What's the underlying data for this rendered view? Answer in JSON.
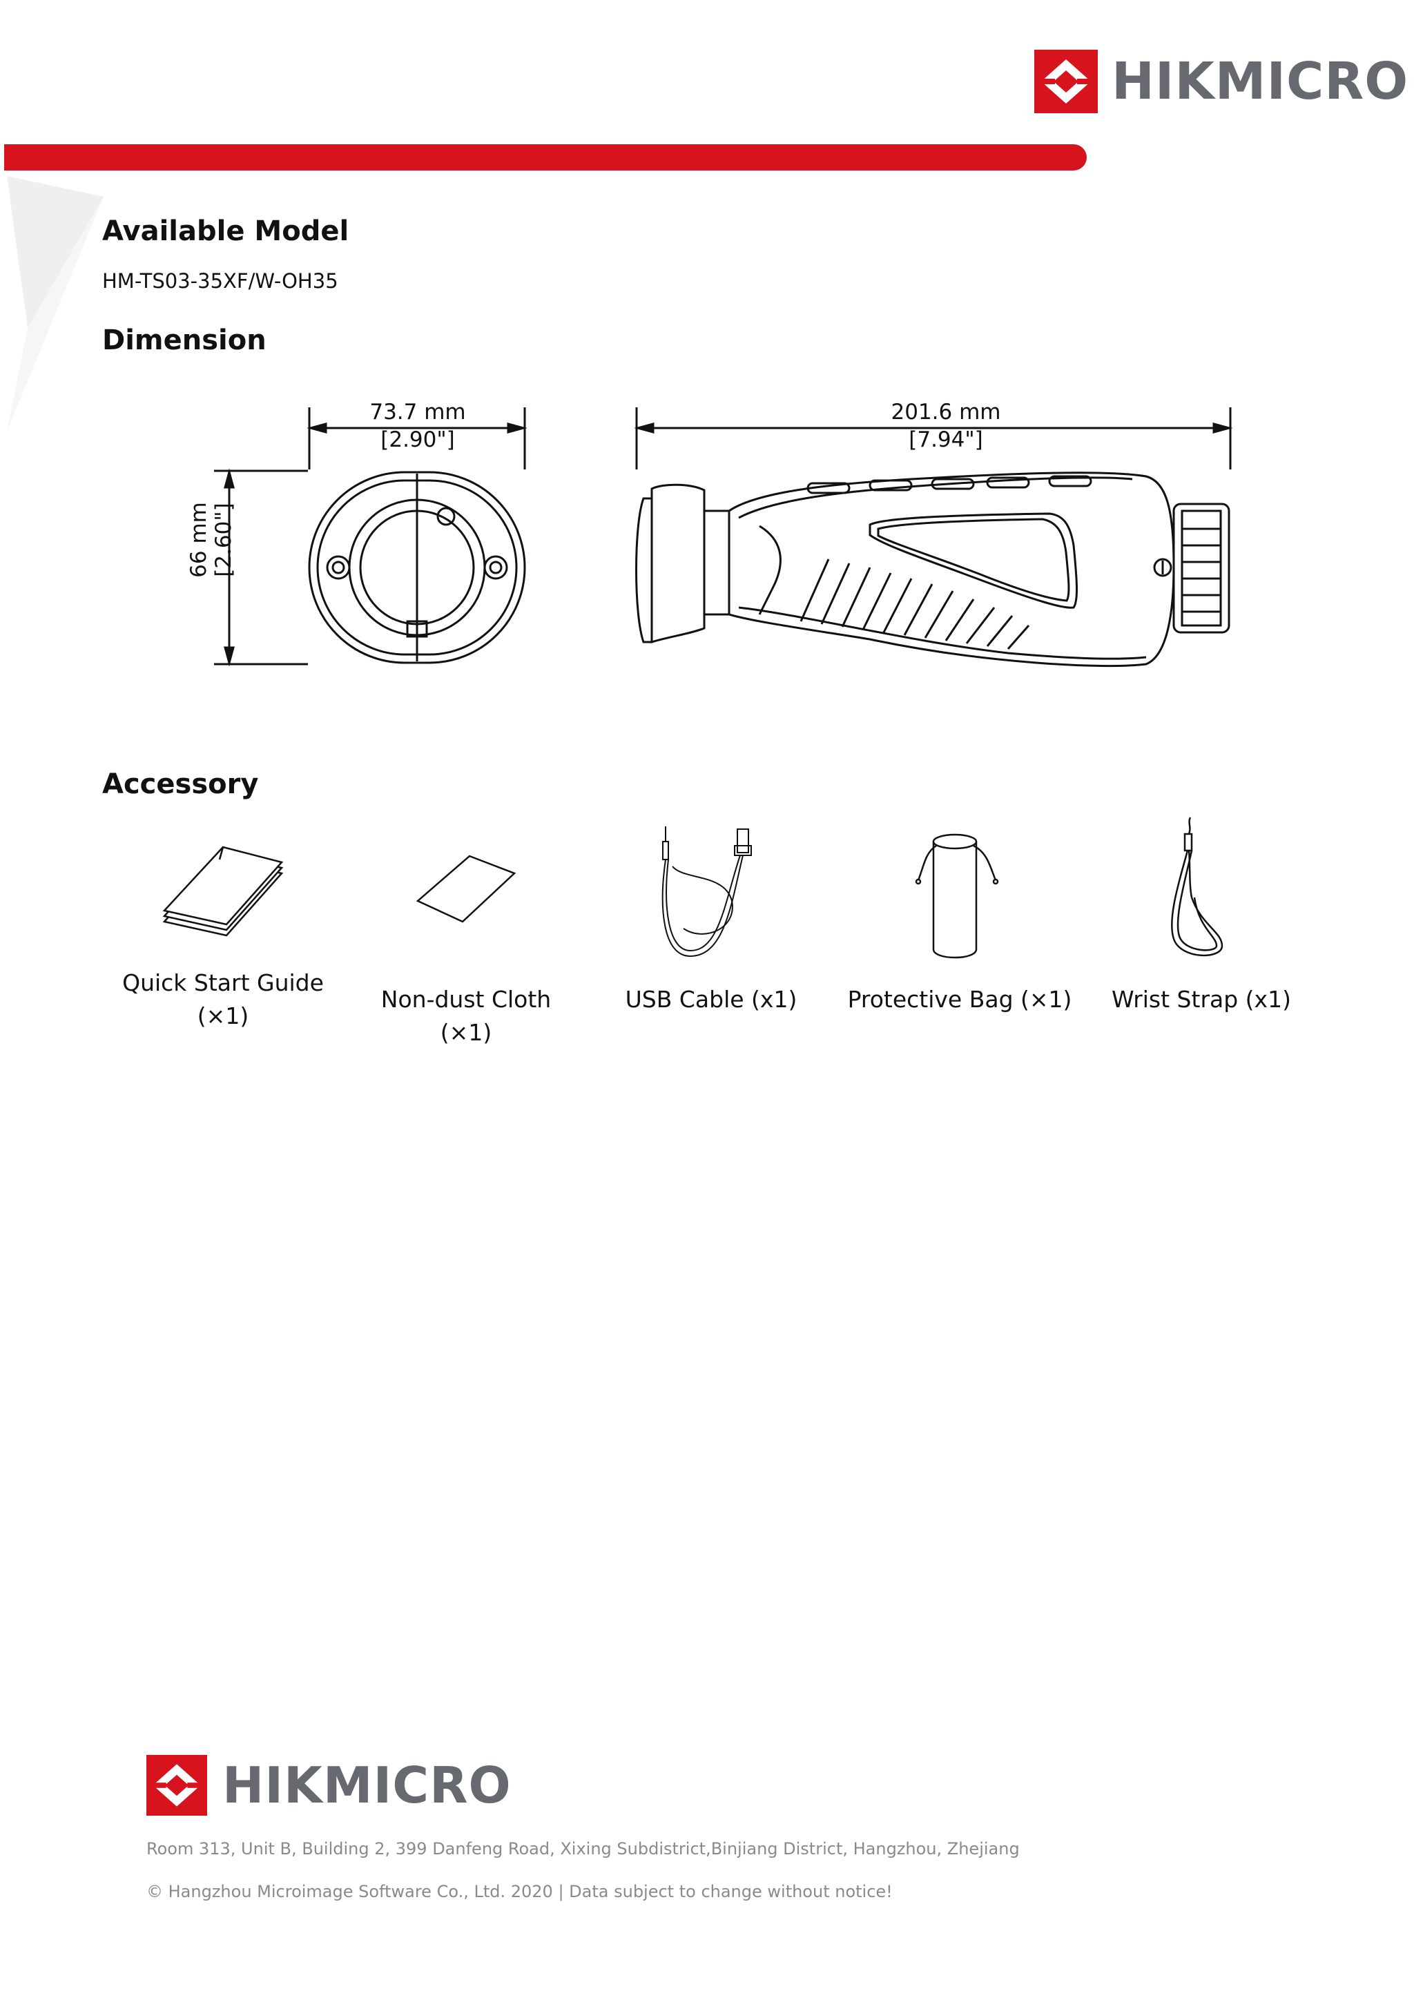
{
  "brand": {
    "name": "HIKMICRO",
    "accent_color": "#d7141d",
    "logo_text_color": "#666a70"
  },
  "available_model": {
    "heading": "Available Model",
    "model": "HM-TS03-35XF/W-OH35"
  },
  "dimension": {
    "heading": "Dimension",
    "front_width_mm": "73.7 mm",
    "front_width_in": "[2.90\"]",
    "front_height_mm": "66 mm",
    "front_height_in": "[2.60\"]",
    "side_length_mm": "201.6 mm",
    "side_length_in": "[7.94\"]"
  },
  "accessory": {
    "heading": "Accessory",
    "items": [
      {
        "label_line1": "Quick Start Guide",
        "label_line2": "(×1)",
        "icon": "booklet-icon"
      },
      {
        "label": "Non-dust Cloth (×1)",
        "icon": "cloth-icon"
      },
      {
        "label": "USB Cable (x1)",
        "icon": "usb-cable-icon"
      },
      {
        "label": "Protective Bag (×1)",
        "icon": "bag-icon"
      },
      {
        "label": "Wrist Strap (x1)",
        "icon": "strap-icon"
      }
    ]
  },
  "footer": {
    "address": "Room 313, Unit B, Building 2, 399 Danfeng Road, Xixing Subdistrict,Binjiang District, Hangzhou, Zhejiang",
    "copyright": "© Hangzhou Microimage Software Co., Ltd. 2020 | Data subject to change without notice!"
  }
}
